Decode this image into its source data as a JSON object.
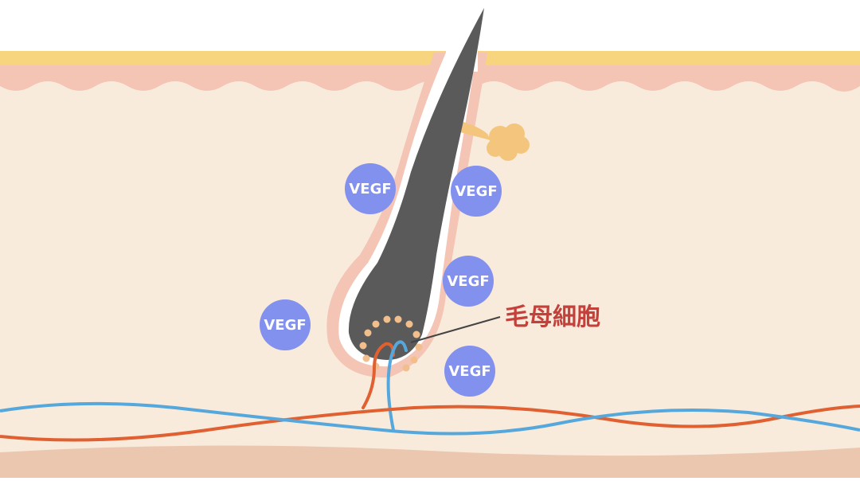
{
  "colors": {
    "background": "#ffffff",
    "dermis": "#f8ebdc",
    "epidermis": "#f4c4b4",
    "stratum_corneum": "#f6d57e",
    "hair_shaft": "#5a5a5a",
    "follicle_sheath": "#f4c4b4",
    "inner_sheath": "#ffffff",
    "sebaceous_gland": "#f4c67d",
    "matrix_cells": "#f2bf8c",
    "vegf_circle": "#8290ee",
    "artery": "#e06032",
    "vein": "#56a8dc",
    "subcutis": "#ecc7b0",
    "label": "#c4403a"
  },
  "vegf_markers": [
    {
      "text": "VEGF"
    },
    {
      "text": "VEGF"
    },
    {
      "text": "VEGF"
    },
    {
      "text": "VEGF"
    },
    {
      "text": "VEGF"
    }
  ],
  "hair_matrix_label": "毛母細胞",
  "icons": [
    "hair-follicle-illustration",
    "sebaceous-gland",
    "blood-vessel"
  ]
}
